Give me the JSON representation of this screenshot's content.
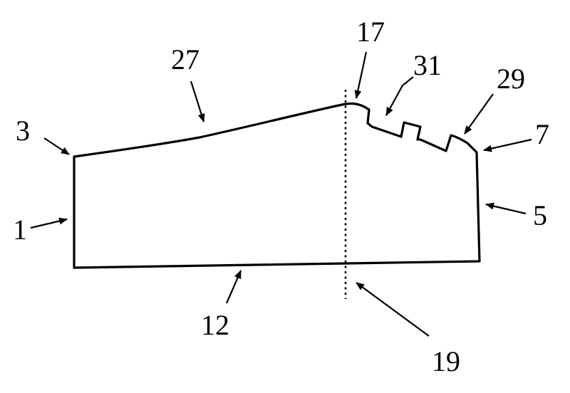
{
  "diagram": {
    "labels": {
      "l1": "1",
      "l3": "3",
      "l5": "5",
      "l7": "7",
      "l12": "12",
      "l17": "17",
      "l19": "19",
      "l27": "27",
      "l29": "29",
      "l31": "31"
    },
    "colors": {
      "line": "#000000",
      "background": "#ffffff"
    }
  }
}
